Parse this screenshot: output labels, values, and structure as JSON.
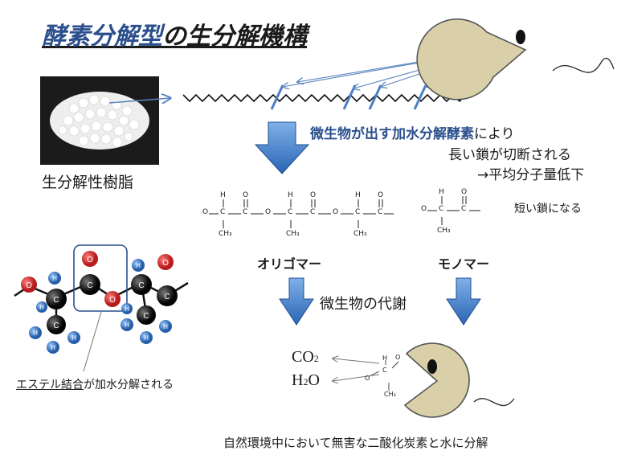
{
  "title": {
    "part_enzyme": "酵素分解型",
    "part_rest": "の生分解機構"
  },
  "resin_label": "生分解性樹脂",
  "enzyme_text": {
    "blue_part": "微生物が出す加水分解酵素",
    "rest": "により"
  },
  "cut_text": "長い鎖が切断される",
  "mw_text": "→平均分子量低下",
  "short_chain_text": "短い鎖になる",
  "oligomer_label": "オリゴマー",
  "monomer_label": "モノマー",
  "metabolism_text": "微生物の代謝",
  "co2": {
    "base": "CO",
    "sub": "2"
  },
  "h2o": {
    "base": "H",
    "sub": "2",
    "tail": "O"
  },
  "ester_text": {
    "underlined": "エステル結合",
    "rest": "が加水分解される"
  },
  "final_text": "自然環境中において無害な二酸化炭素と水に分解",
  "chem": {
    "H": "H",
    "O": "O",
    "C": "C",
    "CH3": "CH₃",
    "oxy": "O"
  },
  "colors": {
    "arrow_blue": "#2f6fbe",
    "pacman": "#d9cfa8",
    "atom_red": "#c62828",
    "atom_black": "#111111",
    "atom_blue": "#3a78c9"
  }
}
